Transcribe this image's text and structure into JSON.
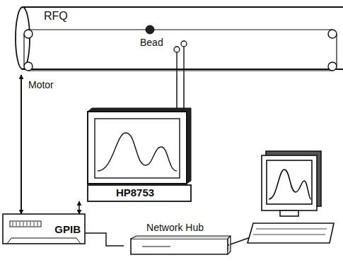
{
  "diagram": {
    "nodes": [
      {
        "text": [
          "RFQ"
        ]
      },
      {
        "text": [
          "HP8753"
        ]
      },
      {
        "text": [
          "GPIB"
        ]
      },
      {
        "text": [
          "Network Hub"
        ]
      }
    ],
    "edges": [
      {
        "from": 2,
        "to": 0,
        "arrow": "both",
        "label": "Motor"
      },
      {
        "from": 0,
        "to": 1,
        "arrow": "none"
      },
      {
        "from": 0,
        "to": 1,
        "arrow": "none"
      },
      {
        "from": 1,
        "to": 2,
        "arrow": "both"
      },
      {
        "from": 2,
        "to": 3,
        "arrow": "none"
      }
    ],
    "labels": [
      "Bead"
    ]
  }
}
